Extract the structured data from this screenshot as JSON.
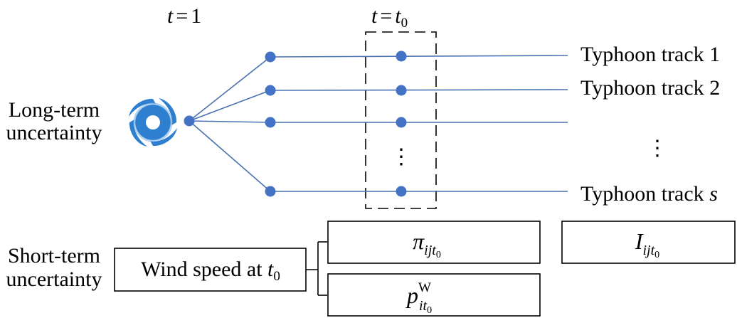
{
  "time_labels": {
    "start": {
      "var": "t",
      "eq": "=",
      "val": "1"
    },
    "mid": {
      "var": "t",
      "eq": "=",
      "val_base": "t",
      "val_sub": "0"
    }
  },
  "long_term_label": {
    "line1": "Long-term",
    "line2": "uncertainty"
  },
  "short_term_label": {
    "line1": "Short-term",
    "line2": "uncertainty"
  },
  "tracks": [
    {
      "label_text": "Typhoon track",
      "label_num": "1",
      "num_italic": false
    },
    {
      "label_text": "Typhoon track",
      "label_num": "2",
      "num_italic": false
    },
    {
      "label_text": "",
      "label_num": "",
      "num_italic": false
    },
    {
      "label_text": "Typhoon track",
      "label_num": "s",
      "num_italic": true
    }
  ],
  "ellipsis": "⋮",
  "wind_box": {
    "text": "Wind speed at ",
    "var": "t",
    "sub": "0"
  },
  "pi_box": {
    "base": "π",
    "sub": "ijt",
    "subsub": "0"
  },
  "p_box": {
    "base": "p",
    "sup": "W",
    "sub": "it",
    "subsub": "0"
  },
  "i_box": {
    "base": "I",
    "sub": "ijt",
    "subsub": "0"
  },
  "colors": {
    "track_line": "#4a72b0",
    "node": "#4472c4",
    "typhoon": "#2f7fd1",
    "box_stroke": "#000000"
  },
  "icon": "typhoon-icon"
}
